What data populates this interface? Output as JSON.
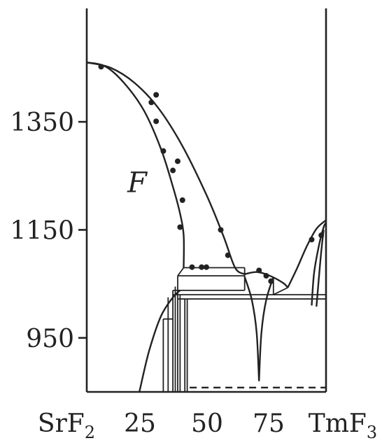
{
  "chart_data": {
    "type": "line",
    "title": "",
    "xlabel": "",
    "ylabel": "",
    "xlim": [
      0,
      100
    ],
    "ylim": [
      850,
      1560
    ],
    "grid": false,
    "x_ticks": [
      {
        "value": 0,
        "label": "SrF",
        "sub": "2"
      },
      {
        "value": 25,
        "label": "25",
        "sub": ""
      },
      {
        "value": 50,
        "label": "50",
        "sub": ""
      },
      {
        "value": 75,
        "label": "75",
        "sub": ""
      },
      {
        "value": 100,
        "label": "TmF",
        "sub": "3"
      }
    ],
    "y_ticks": [
      {
        "value": 950,
        "label": "950"
      },
      {
        "value": 1150,
        "label": "1150"
      },
      {
        "value": 1350,
        "label": "1350"
      }
    ],
    "annotations": [
      {
        "text": "F",
        "x": 17,
        "y": 1220
      }
    ],
    "series": [
      {
        "kind": "curve",
        "points": [
          [
            0,
            1460
          ],
          [
            8,
            1452
          ],
          [
            16,
            1420
          ],
          [
            24,
            1370
          ],
          [
            31,
            1300
          ],
          [
            36,
            1230
          ],
          [
            39,
            1180
          ],
          [
            40.5,
            1140
          ],
          [
            40.5,
            1080
          ]
        ]
      },
      {
        "kind": "curve",
        "points": [
          [
            0,
            1460
          ],
          [
            10,
            1450
          ],
          [
            20,
            1422
          ],
          [
            30,
            1375
          ],
          [
            40,
            1305
          ],
          [
            50,
            1215
          ],
          [
            57,
            1140
          ],
          [
            62,
            1080
          ],
          [
            66,
            1068
          ]
        ]
      },
      {
        "kind": "curve",
        "points": [
          [
            66,
            1068
          ],
          [
            71,
            1072
          ],
          [
            76,
            1066
          ],
          [
            82,
            1052
          ],
          [
            84,
            1043
          ]
        ]
      },
      {
        "kind": "curve",
        "points": [
          [
            84,
            1043
          ],
          [
            88,
            1080
          ],
          [
            92,
            1120
          ],
          [
            96,
            1152
          ],
          [
            100,
            1168
          ]
        ]
      },
      {
        "kind": "curve",
        "points": [
          [
            94,
            1010
          ],
          [
            95,
            1070
          ],
          [
            97,
            1120
          ],
          [
            99,
            1155
          ],
          [
            100,
            1163
          ]
        ]
      },
      {
        "kind": "curve",
        "points": [
          [
            96,
            1008
          ],
          [
            97,
            1060
          ],
          [
            98,
            1110
          ],
          [
            99,
            1150
          ]
        ]
      },
      {
        "kind": "curve",
        "points": [
          [
            66,
            1063
          ],
          [
            69,
            1020
          ],
          [
            71,
            960
          ],
          [
            72,
            870
          ]
        ]
      },
      {
        "kind": "curve",
        "points": [
          [
            72,
            870
          ],
          [
            73,
            960
          ],
          [
            75,
            1020
          ],
          [
            78,
            1063
          ]
        ]
      },
      {
        "kind": "curve",
        "points": [
          [
            22,
            850
          ],
          [
            26,
            925
          ],
          [
            31,
            990
          ],
          [
            36,
            1025
          ],
          [
            39,
            1038
          ]
        ]
      },
      {
        "kind": "line",
        "points": [
          [
            38,
            1065
          ],
          [
            66,
            1065
          ]
        ]
      },
      {
        "kind": "line",
        "points": [
          [
            40.5,
            1080
          ],
          [
            66,
            1080
          ]
        ]
      },
      {
        "kind": "line",
        "points": [
          [
            38,
            1065
          ],
          [
            40.5,
            1080
          ]
        ]
      },
      {
        "kind": "line",
        "points": [
          [
            36,
            1038
          ],
          [
            66,
            1038
          ]
        ]
      },
      {
        "kind": "line",
        "points": [
          [
            36,
            1030
          ],
          [
            78,
            1030
          ],
          [
            100,
            1030
          ]
        ]
      },
      {
        "kind": "line",
        "points": [
          [
            38,
            1022
          ],
          [
            100,
            1022
          ]
        ]
      },
      {
        "kind": "line",
        "points": [
          [
            78,
            1030
          ],
          [
            84,
            1043
          ]
        ]
      },
      {
        "kind": "line",
        "points": [
          [
            32,
            985
          ],
          [
            36,
            985
          ]
        ]
      },
      {
        "kind": "line",
        "points": [
          [
            32,
            985
          ],
          [
            32,
            850
          ]
        ]
      },
      {
        "kind": "line",
        "points": [
          [
            34,
            1025
          ],
          [
            34,
            850
          ]
        ]
      },
      {
        "kind": "line",
        "points": [
          [
            36,
            1038
          ],
          [
            36,
            850
          ]
        ]
      },
      {
        "kind": "line",
        "points": [
          [
            37,
            1045
          ],
          [
            37,
            850
          ]
        ]
      },
      {
        "kind": "line",
        "points": [
          [
            38,
            1065
          ],
          [
            38,
            850
          ]
        ]
      },
      {
        "kind": "line",
        "points": [
          [
            39,
            1030
          ],
          [
            39,
            850
          ]
        ]
      },
      {
        "kind": "line",
        "points": [
          [
            41,
            1022
          ],
          [
            41,
            850
          ]
        ]
      },
      {
        "kind": "line",
        "points": [
          [
            42,
            1022
          ],
          [
            42,
            850
          ]
        ]
      },
      {
        "kind": "line",
        "points": [
          [
            66,
            1080
          ],
          [
            66,
            1038
          ]
        ]
      },
      {
        "kind": "line",
        "points": [
          [
            78,
            1063
          ],
          [
            78,
            1030
          ]
        ]
      },
      {
        "kind": "dashed",
        "points": [
          [
            43,
            858
          ],
          [
            100,
            858
          ]
        ]
      }
    ],
    "points": [
      [
        6,
        1452
      ],
      [
        29,
        1400
      ],
      [
        27,
        1386
      ],
      [
        29,
        1351
      ],
      [
        32,
        1296
      ],
      [
        36,
        1260
      ],
      [
        38,
        1277
      ],
      [
        40,
        1205
      ],
      [
        39,
        1155
      ],
      [
        44,
        1081
      ],
      [
        48,
        1081
      ],
      [
        50,
        1081
      ],
      [
        56,
        1150
      ],
      [
        59,
        1103
      ],
      [
        72,
        1075
      ],
      [
        75,
        1065
      ],
      [
        77,
        1055
      ],
      [
        94,
        1132
      ],
      [
        98,
        1140
      ]
    ]
  }
}
